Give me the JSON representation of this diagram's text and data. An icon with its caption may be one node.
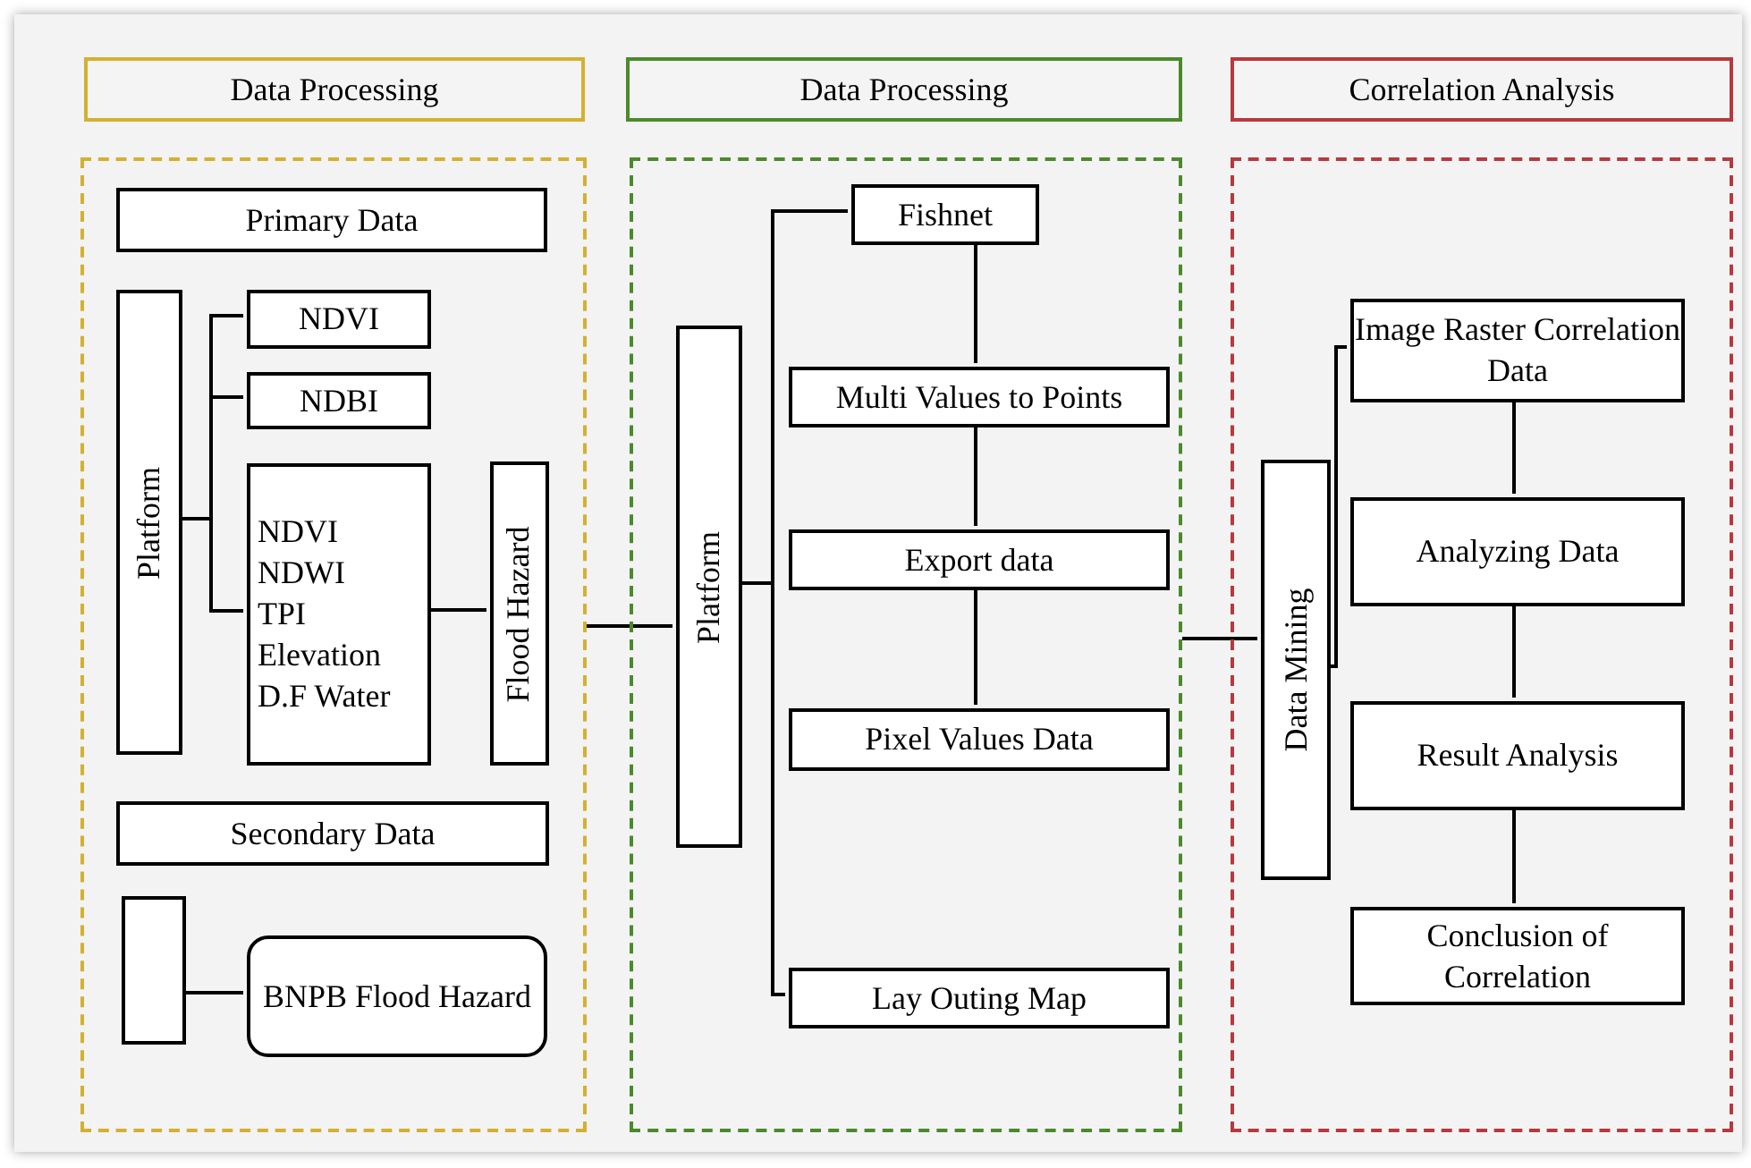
{
  "diagram": {
    "nodes": [
      {
        "text": [
          "Data Processing"
        ]
      },
      {
        "text": [],
        "shape": "box"
      },
      {
        "text": [
          "Primary Data"
        ],
        "in": 1
      },
      {
        "text": [
          "Platform"
        ],
        "in": 1
      },
      {
        "text": [
          "NDVI"
        ],
        "in": 1
      },
      {
        "text": [
          "NDBI"
        ],
        "in": 1
      },
      {
        "text": [
          "NDVI",
          "NDWI",
          "TPI",
          "Elevation",
          "D.F Water"
        ],
        "in": 1
      },
      {
        "text": [
          "Flood Hazard"
        ],
        "in": 1
      },
      {
        "text": [
          "Secondary Data"
        ],
        "in": 1
      },
      {
        "text": [],
        "shape": "box",
        "in": 1
      },
      {
        "text": [
          "BNPB Flood Hazard"
        ],
        "in": 1
      },
      {
        "text": [
          "Data Processing"
        ]
      },
      {
        "text": [],
        "shape": "box"
      },
      {
        "text": [
          "Platform"
        ],
        "in": 12
      },
      {
        "text": [
          "Fishnet"
        ],
        "in": 12
      },
      {
        "text": [
          "Multi Values to Points"
        ],
        "in": 12
      },
      {
        "text": [
          "Export data"
        ],
        "in": 12
      },
      {
        "text": [
          "Pixel Values Data"
        ],
        "in": 12
      },
      {
        "text": [
          "Lay Outing Map"
        ],
        "in": 12
      },
      {
        "text": [
          "Correlation Analysis"
        ]
      },
      {
        "text": [],
        "shape": "box"
      },
      {
        "text": [
          "Data Mining"
        ],
        "in": 20
      },
      {
        "text": [
          "Image Raster Correlation Data"
        ],
        "in": 20
      },
      {
        "text": [
          "Analyzing Data"
        ],
        "in": 20
      },
      {
        "text": [
          "Result Analysis"
        ],
        "in": 20
      },
      {
        "text": [
          "Conclusion of Correlation"
        ],
        "in": 20
      }
    ],
    "edges": [
      {
        "from": 3,
        "to": 4,
        "arrow": "none"
      },
      {
        "from": 3,
        "to": 5,
        "arrow": "none"
      },
      {
        "from": 3,
        "to": 6,
        "arrow": "none"
      },
      {
        "from": 6,
        "to": 7,
        "arrow": "none"
      },
      {
        "from": 9,
        "to": 10,
        "arrow": "none"
      },
      {
        "from": 1,
        "to": 13,
        "arrow": "none"
      },
      {
        "from": 13,
        "to": 14,
        "arrow": "none"
      },
      {
        "from": 13,
        "to": 18,
        "arrow": "none"
      },
      {
        "from": 14,
        "to": 15,
        "arrow": "none"
      },
      {
        "from": 15,
        "to": 16,
        "arrow": "none"
      },
      {
        "from": 16,
        "to": 17,
        "arrow": "none"
      },
      {
        "from": 12,
        "to": 21,
        "arrow": "none"
      },
      {
        "from": 21,
        "to": 22,
        "arrow": "none"
      },
      {
        "from": 22,
        "to": 23,
        "arrow": "none"
      },
      {
        "from": 23,
        "to": 24,
        "arrow": "none"
      },
      {
        "from": 24,
        "to": 25,
        "arrow": "none"
      }
    ]
  }
}
